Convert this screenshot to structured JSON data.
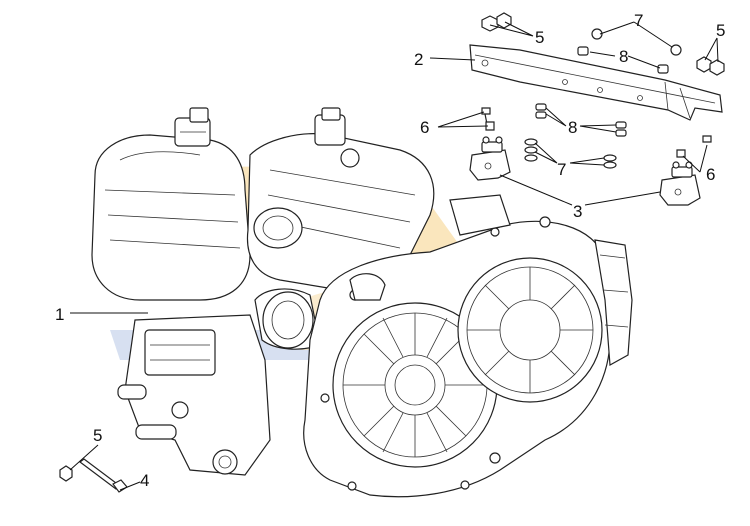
{
  "colors": {
    "line": "#222222",
    "watermark_gold": "#f4c66a",
    "watermark_blue": "#b7c7e6",
    "background": "#ffffff"
  },
  "callouts": {
    "c1": "1",
    "c2": "2",
    "c3": "3",
    "c4": "4",
    "c5a": "5",
    "c5b": "5",
    "c5c": "5",
    "c6a": "6",
    "c6b": "6",
    "c7a": "7",
    "c7b": "7",
    "c8a": "8",
    "c8b": "8"
  }
}
